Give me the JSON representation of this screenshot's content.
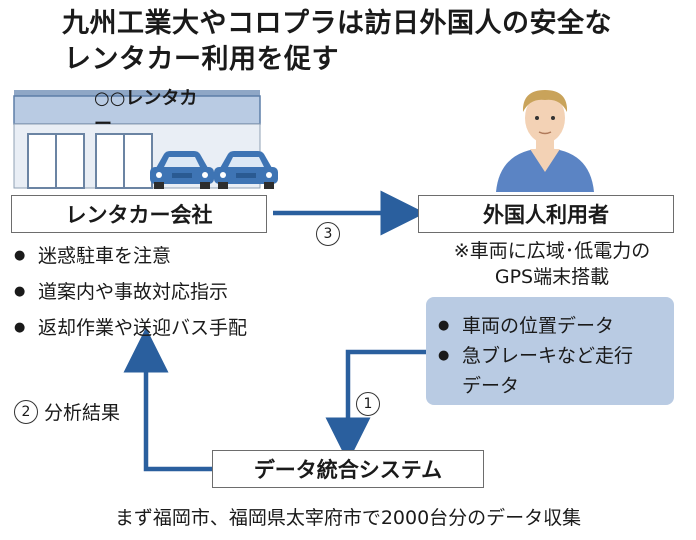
{
  "title_line1": "九州工業大やコロプラは訪日外国人の安全な",
  "title_line2": "レンタカー利用を促す",
  "store_sign": "○○レンタカー",
  "rental_company": "レンタカー会社",
  "foreign_user": "外国人利用者",
  "company_bullets": [
    "迷惑駐車を注意",
    "道案内や事故対応指示",
    "返却作業や送迎バス手配"
  ],
  "user_note_line1": "※車両に広域･低電力の",
  "user_note_line2": "GPS端末搭載",
  "data_bullets": [
    "車両の位置データ",
    "急ブレーキなど走行"
  ],
  "data_bullet_cont": "データ",
  "system": "データ統合システム",
  "step1": "1",
  "step2": "2",
  "step2_text": "分析結果",
  "step3": "3",
  "footer": "まず福岡市、福岡県太宰府市で2000台分のデータ収集",
  "colors": {
    "arrow": "#2a5f9e",
    "sign_bg": "#b9cbe3",
    "car": "#3e74b4",
    "shirt": "#5b84c4",
    "hair": "#c9a35a"
  }
}
